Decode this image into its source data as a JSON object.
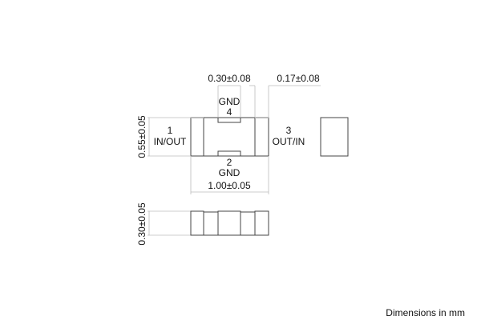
{
  "dimensions": {
    "gnd_pad_width": "0.30±0.08",
    "gap_width": "0.17±0.08",
    "height": "0.55±0.05",
    "length": "1.00±0.05",
    "thickness": "0.30±0.05"
  },
  "pins": {
    "pin4_label": "GND",
    "pin4_number": "4",
    "pin1_number": "1",
    "pin1_label": "IN/OUT",
    "pin3_number": "3",
    "pin3_label": "OUT/IN",
    "pin2_number": "2",
    "pin2_label": "GND"
  },
  "footer": "Dimensions in mm"
}
